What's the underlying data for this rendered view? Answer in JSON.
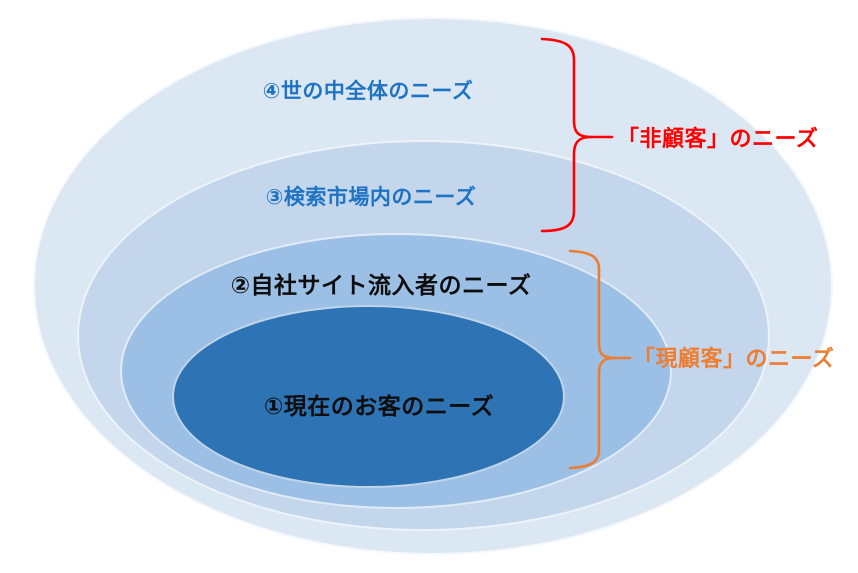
{
  "diagram": {
    "background_color": "#FFFFFF",
    "ellipses": [
      {
        "name": "world-needs",
        "label": "④世の中全体のニーズ",
        "fill": "#DCE7F4",
        "label_color": "#1E73C3"
      },
      {
        "name": "search-market-needs",
        "label": "③検索市場内のニーズ",
        "fill": "#C3D6EC",
        "label_color": "#1E73C3"
      },
      {
        "name": "site-visitor-needs",
        "label": "②自社サイト流入者のニーズ",
        "fill": "#9CC0E5",
        "label_color": "#0D0D0D"
      },
      {
        "name": "current-customer-needs",
        "label": "①現在のお客のニーズ",
        "fill": "#2E74B5",
        "label_color": "#0D0D0D"
      }
    ],
    "brackets": [
      {
        "name": "non-customer-needs",
        "label": "「非顧客」のニーズ",
        "color": "#FF0000"
      },
      {
        "name": "existing-customer-needs",
        "label": "「現顧客」のニーズ",
        "color": "#ED7D31"
      }
    ]
  }
}
